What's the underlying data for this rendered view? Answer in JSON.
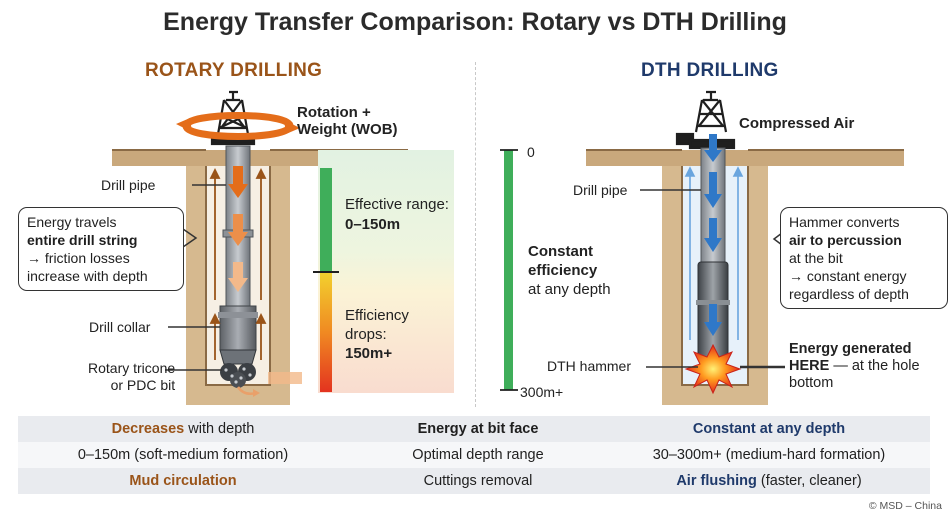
{
  "title": "Energy Transfer Comparison: Rotary vs DTH Drilling",
  "rotary": {
    "heading": "ROTARY DRILLING",
    "rotation_label_1": "Rotation +",
    "rotation_label_2": "Weight (WOB)",
    "drill_pipe": "Drill pipe",
    "callout_1": "Energy travels",
    "callout_bold": "entire drill string",
    "callout_3": "→ friction losses",
    "callout_4": "increase with depth",
    "drill_collar": "Drill collar",
    "bit_1": "Rotary tricone",
    "bit_2": "or PDC bit",
    "range_1": "Effective range:",
    "range_bold": "0–150m",
    "drop_1": "Efficiency",
    "drop_2": "drops:",
    "drop_bold": "150m+"
  },
  "dth": {
    "heading": "DTH DRILLING",
    "compressed_air": "Compressed Air",
    "depth_top": "0",
    "depth_bottom": "300m+",
    "const_1": "Constant",
    "const_2": "efficiency",
    "const_3": "at any depth",
    "drill_pipe": "Drill pipe",
    "callout_1": "Hammer converts",
    "callout_bold": "air to percussion",
    "callout_3": "at the bit",
    "callout_4": "→ constant energy",
    "callout_5": "regardless of depth",
    "hammer": "DTH hammer",
    "energy_bold": "Energy generated",
    "energy_bold_2": "HERE",
    "energy_rest": " — at the hole",
    "energy_rest_2": "bottom"
  },
  "table": {
    "rows": [
      {
        "left_bold": "Decreases",
        "left_rest": " with depth",
        "mid": "Energy at bit face",
        "right_bold": "Constant at any depth",
        "right_rest": ""
      },
      {
        "left_bold": "",
        "left_rest": "0–150m (soft-medium formation)",
        "mid": "Optimal depth range",
        "right_bold": "",
        "right_rest": "30–300m+ (medium-hard formation)"
      },
      {
        "left_bold": "Mud circulation",
        "left_rest": "",
        "mid": "Cuttings removal",
        "right_bold": "Air flushing",
        "right_rest": " (faster, cleaner)"
      }
    ]
  },
  "credit": "© MSD – China",
  "colors": {
    "rotary_accent": "#9a5419",
    "dth_accent": "#1f3a6b",
    "ground": "#c9a87c",
    "good": "#3fae5a",
    "warn": "#f2c12e",
    "bad": "#e8472a",
    "air": "#2f78c8"
  }
}
